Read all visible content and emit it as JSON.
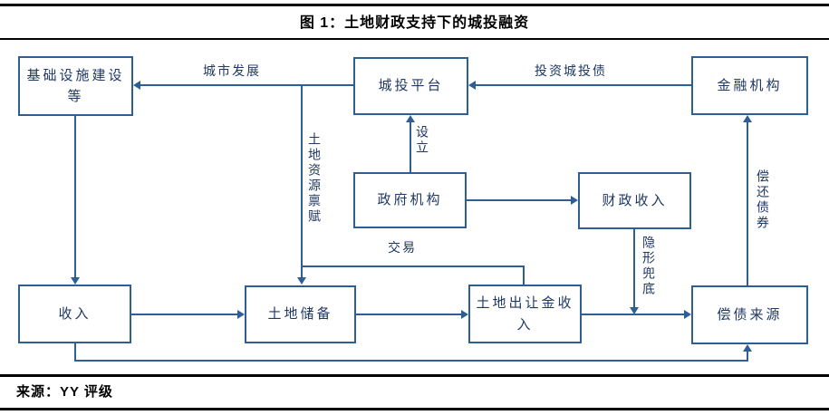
{
  "header": {
    "title": "图 1：土地财政支持下的城投融资"
  },
  "footer": {
    "source": "来源：YY 评级"
  },
  "colors": {
    "edge": "#2E5F94",
    "ink": "#1F3864",
    "rule": "#000000",
    "bg": "#FFFFFF"
  },
  "diagram": {
    "type": "flowchart",
    "nodes": [
      {
        "id": "infrastructure",
        "label": "基础设施建设等"
      },
      {
        "id": "lgfv-platform",
        "label": "城投平台"
      },
      {
        "id": "financial-institutions",
        "label": "金融机构"
      },
      {
        "id": "government-agencies",
        "label": "政府机构"
      },
      {
        "id": "fiscal-revenue",
        "label": "财政收入"
      },
      {
        "id": "income",
        "label": "收入"
      },
      {
        "id": "land-reserve",
        "label": "土地储备"
      },
      {
        "id": "land-grant-income",
        "label": "土地出让金收入"
      },
      {
        "id": "debt-repayment-source",
        "label": "偿债来源"
      }
    ],
    "edges": [
      {
        "from": "financial-institutions",
        "to": "lgfv-platform",
        "label": "投资城投债"
      },
      {
        "from": "lgfv-platform",
        "to": "infrastructure",
        "label": "城市发展"
      },
      {
        "from": "urban-development-line",
        "to": "land-reserve",
        "label": "土地资源禀赋"
      },
      {
        "from": "urban-development-line",
        "to": "land-grant-income",
        "label": "交易"
      },
      {
        "from": "government-agencies",
        "to": "lgfv-platform",
        "label": "设立"
      },
      {
        "from": "government-agencies",
        "to": "fiscal-revenue",
        "label": ""
      },
      {
        "from": "fiscal-revenue",
        "to": "repayment-flow",
        "label": "隐形兜底"
      },
      {
        "from": "infrastructure",
        "to": "income",
        "label": ""
      },
      {
        "from": "income",
        "to": "land-reserve",
        "label": ""
      },
      {
        "from": "land-reserve",
        "to": "land-grant-income",
        "label": ""
      },
      {
        "from": "land-grant-income",
        "to": "debt-repayment-source",
        "label": ""
      },
      {
        "from": "debt-repayment-source",
        "to": "financial-institutions",
        "label": "偿还债券"
      },
      {
        "from": "income",
        "to": "debt-repayment-source",
        "label": ""
      }
    ]
  }
}
